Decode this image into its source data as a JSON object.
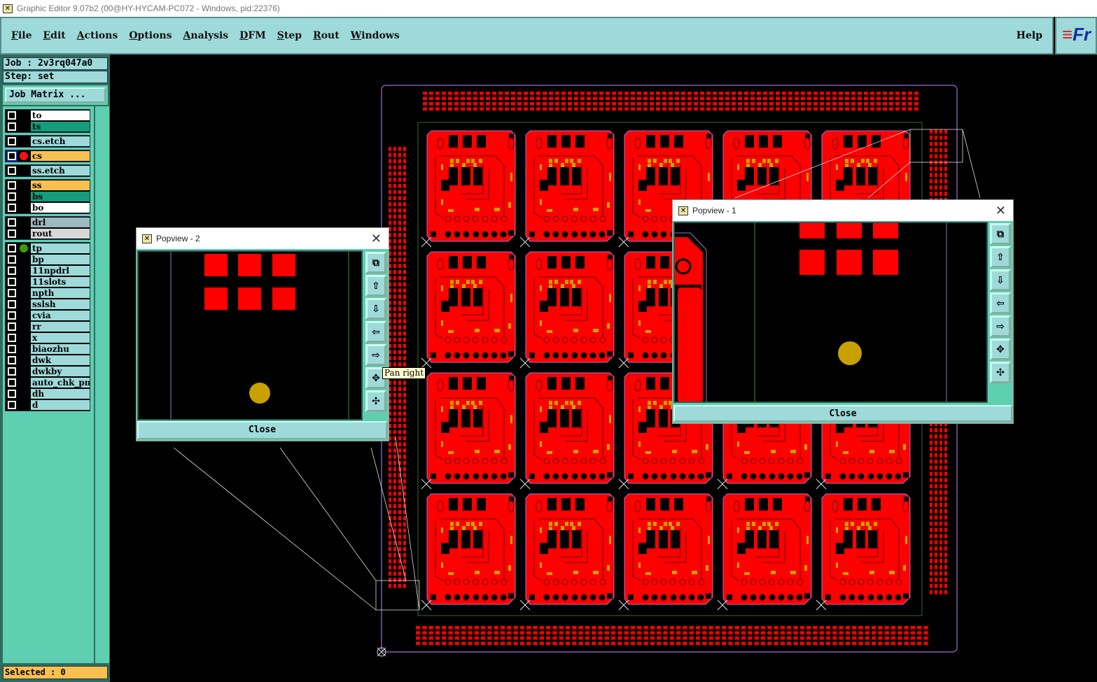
{
  "window": {
    "title": "Graphic Editor 9.07b2 (00@HY-HYCAM-PC072 - Windows, pid:22376)"
  },
  "menu": [
    "File",
    "Edit",
    "Actions",
    "Options",
    "Analysis",
    "DFM",
    "Step",
    "Rout",
    "Windows"
  ],
  "help": "Help",
  "logo": "Fr",
  "job": "Job : 2v3rq047a0",
  "step": "Step: set",
  "job_matrix": "Job Matrix ...",
  "layer_groups": [
    [
      {
        "name": "to",
        "color": "#ffffff"
      },
      {
        "name": "ts",
        "color": "#149c7c"
      }
    ],
    [
      {
        "name": "cs.etch",
        "color": "#9fdada"
      }
    ],
    [
      {
        "name": "cs",
        "color": "#f8c050",
        "dot": "#ff1010",
        "active": true
      }
    ],
    [
      {
        "name": "ss.etch",
        "color": "#9fdada"
      }
    ],
    [
      {
        "name": "ss",
        "color": "#f8c050"
      },
      {
        "name": "bs",
        "color": "#149c7c"
      },
      {
        "name": "bo",
        "color": "#ffffff"
      }
    ],
    [
      {
        "name": "drl",
        "color": "#9eb8c0"
      },
      {
        "name": "rout",
        "color": "#d8d8d8"
      }
    ],
    [
      {
        "name": "tp",
        "color": "#9fdada",
        "dot": "#3a9a10"
      },
      {
        "name": "bp",
        "color": "#9fdada"
      },
      {
        "name": "11npdrl",
        "color": "#9fdada"
      },
      {
        "name": "11slots",
        "color": "#9fdada"
      },
      {
        "name": "npth",
        "color": "#9fdada"
      },
      {
        "name": "sslsh",
        "color": "#9fdada"
      },
      {
        "name": "cvia",
        "color": "#9fdada"
      },
      {
        "name": "rr",
        "color": "#9fdada"
      },
      {
        "name": "x",
        "color": "#9fdada"
      },
      {
        "name": "biaozhu",
        "color": "#9fdada"
      },
      {
        "name": "dwk",
        "color": "#9fdada"
      },
      {
        "name": "dwkby",
        "color": "#9fdada"
      },
      {
        "name": "auto_chk_pnl",
        "color": "#9fdada"
      },
      {
        "name": "dh",
        "color": "#9fdada"
      },
      {
        "name": "d",
        "color": "#9fdada"
      }
    ]
  ],
  "selected": "Selected : 0",
  "popview2": {
    "title": "Popview - 2",
    "close": "Close"
  },
  "popview1": {
    "title": "Popview - 1",
    "close": "Close"
  },
  "tooltip": "Pan right",
  "toolbar_icons": [
    "zoom-fit-icon",
    "pan-up-icon",
    "pan-down-icon",
    "pan-left-icon",
    "pan-right-icon",
    "zoom-in-icon",
    "zoom-out-icon"
  ],
  "colors": {
    "copper": "#ff0000",
    "pad": "#c8a000",
    "outline": "#a070d0",
    "panel_bg": "#9fdada"
  }
}
